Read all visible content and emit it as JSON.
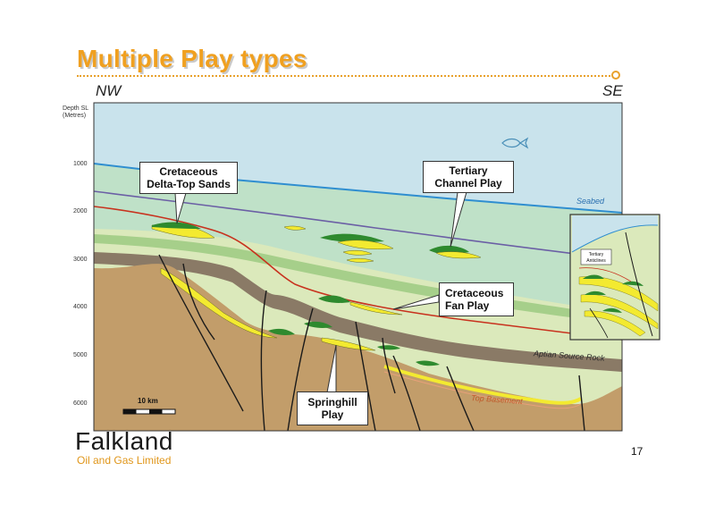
{
  "slide": {
    "title": "Multiple Play types",
    "page_number": "17"
  },
  "section": {
    "left_direction": "NW",
    "right_direction": "SE",
    "depth_axis_label_line1": "Depth SL",
    "depth_axis_label_line2": "(Metres)",
    "depth_ticks": [
      "1000",
      "2000",
      "3000",
      "4000",
      "5000",
      "6000"
    ],
    "scale_bar_label": "10 km",
    "layer_labels": {
      "seabed": "Seabed",
      "aptian": "Aptian Source Rock",
      "basement": "Top Basement"
    },
    "inset_label_line1": "Tertiary",
    "inset_label_line2": "Anticlines",
    "colors": {
      "sea": "#c9e3ec",
      "upper_fill": "#bfe1c8",
      "lower_fill": "#dbe9bb",
      "basement": "#c29d6a",
      "source_rock": "#8a7a66",
      "sand": "#f3ea30",
      "hydrocarbon": "#2e8a2e"
    }
  },
  "plays": {
    "delta_top_line1": "Cretaceous",
    "delta_top_line2": "Delta-Top Sands",
    "tertiary_channel_line1": "Tertiary",
    "tertiary_channel_line2": "Channel Play",
    "fan_line1": "Cretaceous",
    "fan_line2": "Fan Play",
    "springhill_line1": "Springhill",
    "springhill_line2": "Play"
  },
  "company": {
    "name": "Falkland",
    "subtitle": "Oil and Gas Limited"
  }
}
